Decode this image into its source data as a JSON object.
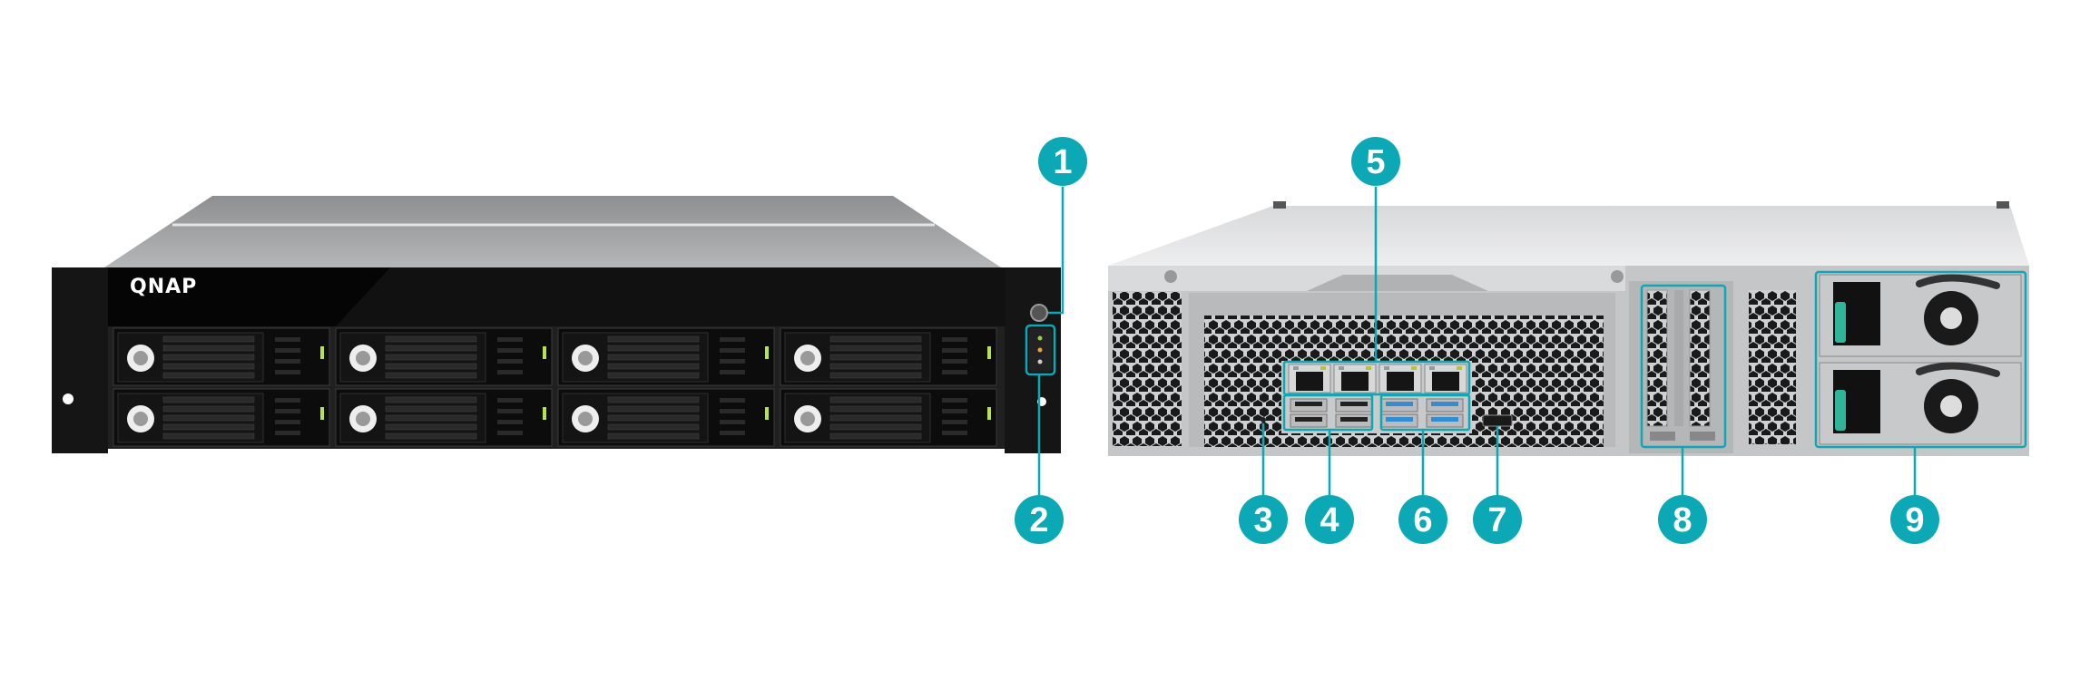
{
  "front": {
    "logo": "QNAP",
    "bays": 8
  },
  "rear": {
    "lan_ports": 4,
    "usb2_ports": 4,
    "usb3_ports": 4
  },
  "callouts": [
    {
      "id": "1",
      "label": "1"
    },
    {
      "id": "2",
      "label": "2"
    },
    {
      "id": "3",
      "label": "3"
    },
    {
      "id": "4",
      "label": "4"
    },
    {
      "id": "5",
      "label": "5"
    },
    {
      "id": "6",
      "label": "6"
    },
    {
      "id": "7",
      "label": "7"
    },
    {
      "id": "8",
      "label": "8"
    },
    {
      "id": "9",
      "label": "9"
    }
  ],
  "colors": {
    "accent": "#0aa9b5",
    "chassis_dark": "#0b0b0b",
    "chassis_metal": "#b9bbbd"
  }
}
